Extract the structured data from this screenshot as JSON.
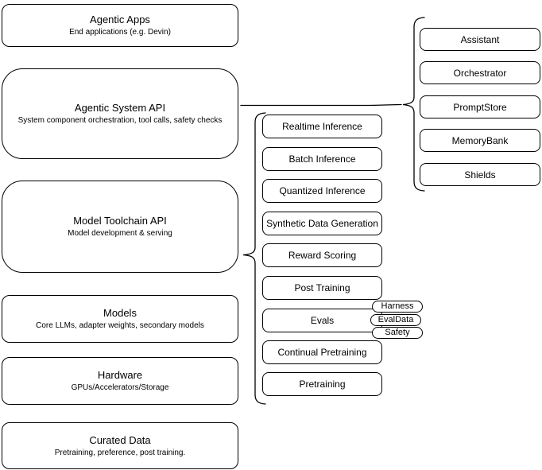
{
  "diagram": {
    "layers": [
      {
        "title": "Agentic Apps",
        "subtitle": "End applications (e.g. Devin)"
      },
      {
        "title": "Agentic System API",
        "subtitle": "System component orchestration, tool calls, safety checks"
      },
      {
        "title": "Model Toolchain API",
        "subtitle": "Model development & serving"
      },
      {
        "title": "Models",
        "subtitle": "Core LLMs, adapter weights, secondary models"
      },
      {
        "title": "Hardware",
        "subtitle": "GPUs/Accelerators/Storage"
      },
      {
        "title": "Curated Data",
        "subtitle": "Pretraining, preference, post training."
      }
    ],
    "toolchain_components": [
      "Realtime Inference",
      "Batch Inference",
      "Quantized Inference",
      "Synthetic Data Generation",
      "Reward Scoring",
      "Post Training",
      "Evals",
      "Continual Pretraining",
      "Pretraining"
    ],
    "evals_tags": [
      "Harness",
      "EvalData",
      "Safety"
    ],
    "system_components": [
      "Assistant",
      "Orchestrator",
      "PromptStore",
      "MemoryBank",
      "Shields"
    ]
  },
  "colors": {
    "stroke": "#000000",
    "background": "#ffffff",
    "text": "#000000"
  }
}
